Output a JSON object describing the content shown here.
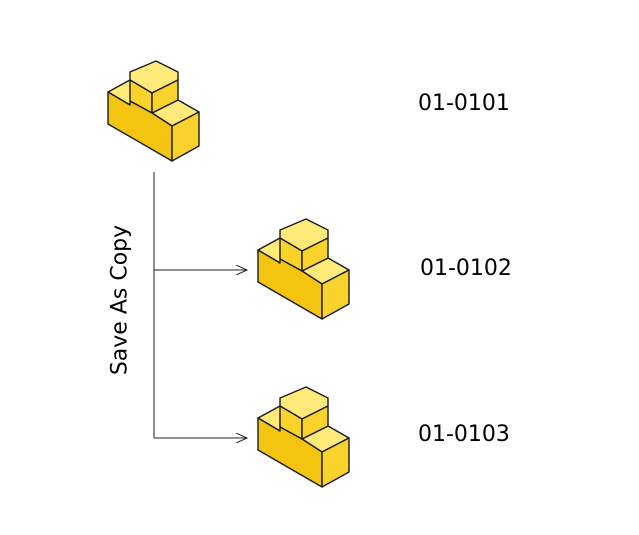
{
  "caption": "Save As Copy",
  "parts": [
    {
      "label": "01-0101"
    },
    {
      "label": "01-0102"
    },
    {
      "label": "01-0103"
    }
  ],
  "colors": {
    "top_face": "#FFEA7A",
    "side_face": "#F9D32C",
    "front_face": "#F3C510",
    "outline": "#1a1a1a",
    "connector": "#222222"
  },
  "icon": "l-shaped-part-icon"
}
